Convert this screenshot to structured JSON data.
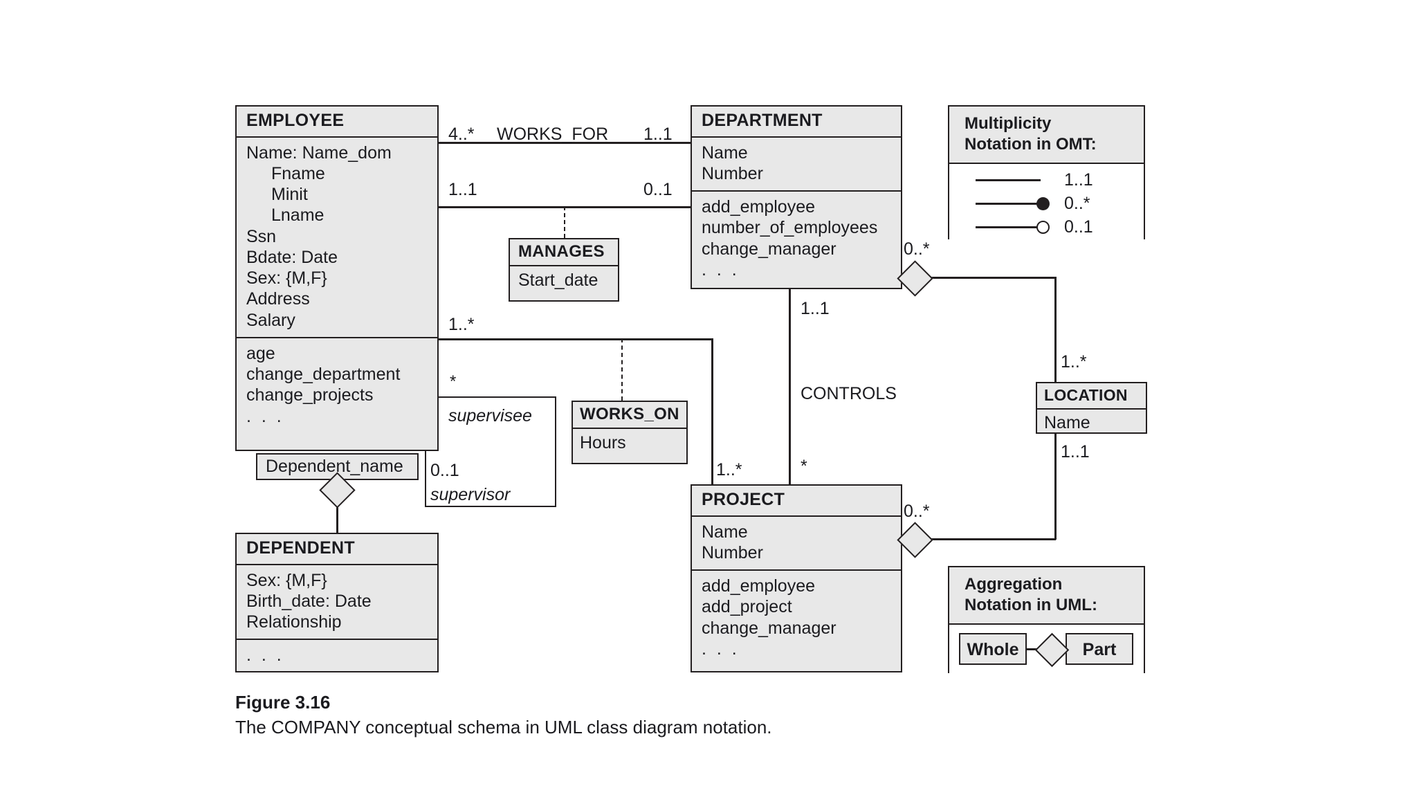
{
  "figure": {
    "number": "Figure 3.16",
    "caption": "The COMPANY conceptual schema in UML class diagram notation."
  },
  "classes": {
    "employee": {
      "name": "EMPLOYEE",
      "attributes": [
        "Name: Name_dom",
        "Fname",
        "Minit",
        "Lname",
        "Ssn",
        "Bdate: Date",
        "Sex: {M,F}",
        "Address",
        "Salary"
      ],
      "operations": [
        "age",
        "change_department",
        "change_projects",
        ". . ."
      ]
    },
    "department": {
      "name": "DEPARTMENT",
      "attributes": [
        "Name",
        "Number"
      ],
      "operations": [
        "add_employee",
        "number_of_employees",
        "change_manager",
        ". . ."
      ]
    },
    "project": {
      "name": "PROJECT",
      "attributes": [
        "Name",
        "Number"
      ],
      "operations": [
        "add_employee",
        "add_project",
        "change_manager",
        ". . ."
      ]
    },
    "dependent": {
      "name": "DEPENDENT",
      "attributes": [
        "Sex: {M,F}",
        "Birth_date: Date",
        "Relationship"
      ],
      "operations": [
        ". . ."
      ]
    },
    "location": {
      "name": "LOCATION",
      "attributes": [
        "Name"
      ]
    }
  },
  "association_classes": {
    "manages": {
      "name": "MANAGES",
      "attribute": "Start_date"
    },
    "works_on": {
      "name": "WORKS_ON",
      "attribute": "Hours"
    }
  },
  "qualifier": {
    "dependent_name": "Dependent_name"
  },
  "associations": {
    "works_for": {
      "name": "WORKS_FOR",
      "employee_end": "4..*",
      "department_end": "1..1"
    },
    "manages_mult": {
      "employee_end": "1..1",
      "department_end": "0..1"
    },
    "works_on_mult": {
      "employee_end": "1..*",
      "project_end": "1..*"
    },
    "controls": {
      "name": "CONTROLS",
      "department_end": "1..1",
      "project_end": "*"
    },
    "supervision": {
      "supervisee_label": "supervisee",
      "supervisee_mult": "*",
      "supervisor_label": "supervisor",
      "supervisor_mult": "0..1"
    },
    "dept_location": {
      "dept_end": "0..*",
      "location_end": "1..*"
    },
    "project_location": {
      "project_end": "0..*",
      "location_end": "1..1"
    }
  },
  "legend_multiplicity": {
    "title_line1": "Multiplicity",
    "title_line2": "Notation in OMT:",
    "rows": [
      {
        "marker": "plain-line",
        "label": "1..1"
      },
      {
        "marker": "filled-circle",
        "label": "0..*"
      },
      {
        "marker": "open-circle",
        "label": "0..1"
      }
    ]
  },
  "legend_aggregation": {
    "title_line1": "Aggregation",
    "title_line2": "Notation in UML:",
    "whole_label": "Whole",
    "part_label": "Part"
  },
  "colors": {
    "box_fill": "#e8e8e8",
    "line": "#231f20",
    "page": "#ffffff"
  }
}
